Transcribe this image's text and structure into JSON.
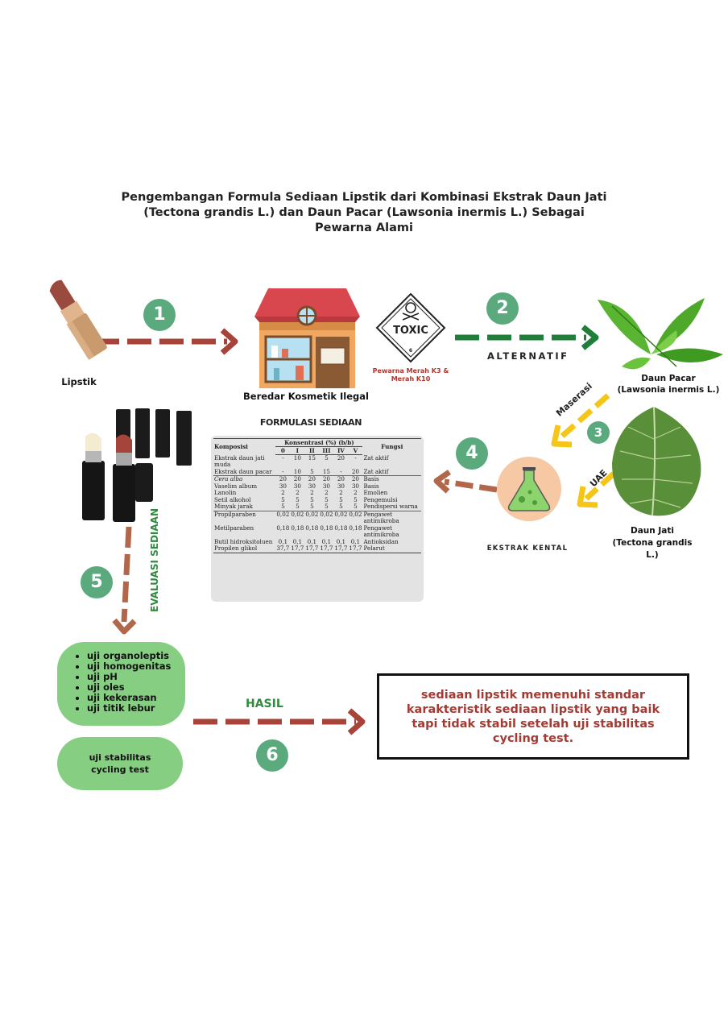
{
  "title": "Pengembangan Formula Sediaan Lipstik dari Kombinasi Ekstrak Daun Jati\n(Tectona grandis L.) dan Daun Pacar (Lawsonia inermis L.) Sebagai\nPewarna Alami",
  "steps": {
    "s1": "1",
    "s2": "2",
    "s3": "3",
    "s4": "4",
    "s5": "5",
    "s6": "6"
  },
  "labels": {
    "lipstik": "Lipstik",
    "shop": "Beredar Kosmetik Ilegal",
    "toxic_sign": "TOXIC",
    "toxic_class": "6",
    "toxic_caption": "Pewarna Merah K3 &\nMerah K10",
    "alternatif": "ALTERNATIF",
    "daun_pacar": "Daun Pacar\n(Lawsonia inermis L.)",
    "daun_jati": "Daun Jati\n(Tectona grandis\nL.)",
    "maserasi": "Maserasi",
    "uae": "UAE",
    "ekstrak_kental": "EKSTRAK KENTAL",
    "formulasi_title": "FORMULASI SEDIAAN",
    "evaluasi": "EVALUASI SEDIAAN",
    "hasil": "HASIL"
  },
  "table": {
    "head": {
      "komposisi": "Komposisi",
      "konsentrasi": "Konsentrasi (%) (b/b)",
      "fungsi": "Fungsi"
    },
    "levels": [
      "0",
      "I",
      "II",
      "III",
      "IV",
      "V"
    ],
    "rows": [
      {
        "k": "Ekstrak daun jati muda",
        "v": [
          "-",
          "10",
          "15",
          "5",
          "20",
          "-"
        ],
        "f": "Zat aktif"
      },
      {
        "k": "Ekstrak daun pacar",
        "v": [
          "-",
          "10",
          "5",
          "15",
          "-",
          "20"
        ],
        "f": "Zat aktif"
      },
      {
        "k": "Cera alba",
        "v": [
          "20",
          "20",
          "20",
          "20",
          "20",
          "20"
        ],
        "f": "Basis"
      },
      {
        "k": "Vaselim album",
        "v": [
          "30",
          "30",
          "30",
          "30",
          "30",
          "30"
        ],
        "f": "Basis"
      },
      {
        "k": "Lanolin",
        "v": [
          "2",
          "2",
          "2",
          "2",
          "2",
          "2"
        ],
        "f": "Emolien"
      },
      {
        "k": "Setil alkohol",
        "v": [
          "5",
          "5",
          "5",
          "5",
          "5",
          "5"
        ],
        "f": "Pengemulsi"
      },
      {
        "k": "Minyak jarak",
        "v": [
          "5",
          "5",
          "5",
          "5",
          "5",
          "5"
        ],
        "f": "Pendispersi warna"
      },
      {
        "k": "Propilparaben",
        "v": [
          "0,02",
          "0,02",
          "0,02",
          "0,02",
          "0,02",
          "0,02"
        ],
        "f": "Pengawet antimikroba"
      },
      {
        "k": "Metilparaben",
        "v": [
          "0,18",
          "0,18",
          "0,18",
          "0,18",
          "0,18",
          "0,18"
        ],
        "f": "Pengawet antimikroba"
      },
      {
        "k": "Butil hidroksitoluen",
        "v": [
          "0,1",
          "0,1",
          "0,1",
          "0,1",
          "0,1",
          "0,1"
        ],
        "f": "Antioksidan"
      },
      {
        "k": "Propilen glikol",
        "v": [
          "37,7",
          "17,7",
          "17,7",
          "17,7",
          "17,7",
          "17,7"
        ],
        "f": "Pelarut"
      }
    ]
  },
  "tests": [
    "uji organoleptis",
    "uji homogenitas",
    "uji pH",
    "uji oles",
    "uji kekerasan",
    "uji titik lebur"
  ],
  "stability": "uji stabilitas\ncycling test",
  "result": "sediaan lipstik memenuhi standar karakteristik sediaan lipstik yang baik tapi tidak stabil setelah uji stabilitas cycling test.",
  "colors": {
    "arrow_red": "#a8433a",
    "arrow_green": "#1f7f3a",
    "arrow_yellow": "#f5c518",
    "arrow_brown": "#b0674a",
    "step_circle": "#5aaa7e",
    "pill_green": "#86cf82",
    "result_text": "#a33a33"
  }
}
